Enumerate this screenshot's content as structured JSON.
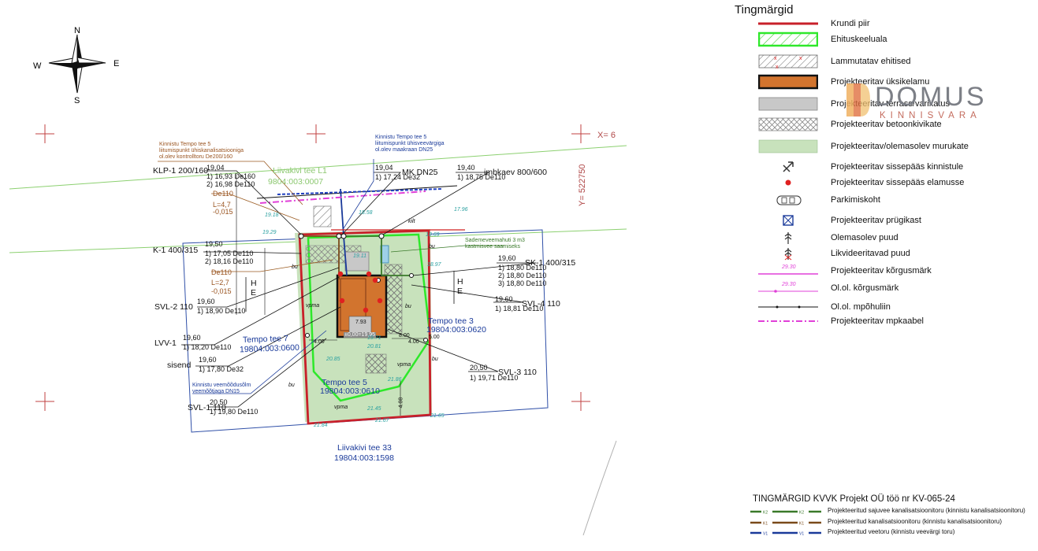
{
  "compass": {
    "n": "N",
    "s": "S",
    "e": "E",
    "w": "W"
  },
  "grid": {
    "x_label": "X=  6",
    "y_label": "Y=  522750"
  },
  "parcels": {
    "main_name": "Tempo tee 5",
    "main_id": "19804:003:0610",
    "west_name": "Tempo tee 7",
    "west_id": "19804:003:0600",
    "east_name": "Tempo tee 3",
    "east_id": "19804:003:0620",
    "north_name": "Liivakivi tee L1",
    "north_id": "9804:003:0007",
    "south_name": "Liivakivi tee 33",
    "south_id": "19804:003:1598"
  },
  "notes": {
    "sewer_note": [
      "Kinnistu Tempo tee 5",
      "liitumispunkt ühiskanalisatsiooniga",
      "ol.olev kontrolltoru De200/160"
    ],
    "water_note": [
      "Kinnistu Tempo tee 5",
      "liitumispunkt ühisveevärgiga",
      "ol.olev maakraan DN25"
    ],
    "meter_note": [
      "Kinnistu veemõõdusõlm",
      "veemõõtjaga DN15"
    ],
    "rain_note": [
      "Sademeveemahuti 3 m3",
      "kastmisvee saamiseks"
    ]
  },
  "labels": {
    "klp1": "KLP-1 200/160",
    "klp1_elev": "19,04",
    "klp1_l1": "1) 16,93 De160",
    "klp1_l2": "2) 16,98 De110",
    "mk": "MK DN25",
    "mk_elev": "19,04",
    "mk_l1": "1) 17,24 De32",
    "imb": "imbkaev 800/600",
    "imb_elev": "19,40",
    "imb_l1": "1) 18,75 De110",
    "de110_a": "De110",
    "de110_a_l": "L=4,7",
    "de110_a_s": "-0,015",
    "k1": "K-1 400/315",
    "k1_elev": "19,50",
    "k1_l1": "1) 17,05 De110",
    "k1_l2": "2) 18,16 De110",
    "de110_b": "De110",
    "de110_b_l": "L=2,7",
    "de110_b_s": "-0,015",
    "svl2": "SVL-2 110",
    "svl2_elev": "19,60",
    "svl2_l1": "1) 18,90 De110",
    "lvv1": "LVV-1",
    "lvv1_elev": "19,60",
    "lvv1_l1": "1) 18,20 De110",
    "sisend": "sisend",
    "sisend_elev": "19,60",
    "sisend_l1": "1) 17,80 De32",
    "svl1": "SVL-1 110",
    "svl1_elev": "20,50",
    "svl1_l1": "1) 19,80 De110",
    "sk1": "SK-1 400/315",
    "sk1_elev": "19,60",
    "sk1_l1": "1) 18,80 De110",
    "sk1_l2": "2) 18,80 De110",
    "sk1_l3": "3) 18,80 De110",
    "svl4": "SVL-4 110",
    "svl4_elev": "19,60",
    "svl4_l1": "1) 18,81 De110",
    "svl3": "SVL-3 110",
    "svl3_elev": "20,50",
    "svl3_l1": "1) 19,71 De110",
    "floor": "±0,00=19,95",
    "house_dim": "7.93",
    "h_mark": "H",
    "e_mark": "E",
    "dist_4": "4.00",
    "dist_8": "8.00",
    "dist_5": "5.00",
    "dist_408": "4.08",
    "kilt": "kilt",
    "vpma": "vpma",
    "bu": "bu"
  },
  "spot_heights": [
    "19.18",
    "18.58",
    "17.96",
    "19.29",
    "18.69",
    "19.11",
    "18.97",
    "19.71",
    "20.81",
    "20.85",
    "21.86",
    "21.45",
    "21.67",
    "21.65",
    "21.84"
  ],
  "legend": {
    "title": "Tingmärgid",
    "items": [
      {
        "label": "Krundi piir",
        "symbol": "red-line"
      },
      {
        "label": "Ehituskeeluala",
        "symbol": "green-hatch"
      },
      {
        "label": "Lammutatav ehitised",
        "symbol": "grey-hatch-x"
      },
      {
        "label": "Projekteeritav üksikelamu",
        "symbol": "orange-box"
      },
      {
        "label": "Projekteeritav terrass/varikatus",
        "symbol": "grey-box"
      },
      {
        "label": "Projekteeritav betoonkivikate",
        "symbol": "crosshatch-box"
      },
      {
        "label": "Projekteeritav/olemasolev murukate",
        "symbol": "green-box"
      },
      {
        "label": "Projekteeritav sissepääs kinnistule",
        "symbol": "entry-arrow-icon"
      },
      {
        "label": "Projekteeritav sissepääs elamusse",
        "symbol": "red-dot-icon"
      },
      {
        "label": "Parkimiskoht",
        "symbol": "car-icon"
      },
      {
        "label": "Projekteeritav prügikast",
        "symbol": "bin-icon"
      },
      {
        "label": "Olemasolev puud",
        "symbol": "tree-icon"
      },
      {
        "label": "Likvideeritavad puud",
        "symbol": "tree-red-icon"
      },
      {
        "label": "Projekteeritav kõrgusmärk",
        "symbol": "magenta-line",
        "value": "29.30"
      },
      {
        "label": "Ol.ol. kõrgusmärk",
        "symbol": "magenta-dot-line",
        "value": "29.30"
      },
      {
        "label": "Ol.ol. mpõhuliin",
        "symbol": "black-line"
      },
      {
        "label": "Projekteeritav mpkaabel",
        "symbol": "magenta-dash"
      }
    ]
  },
  "logo": {
    "name": "DOMUS",
    "sub": "KINNISVARA"
  },
  "bottom_legend": {
    "title": "TINGMÄRGID KVVK Projekt OÜ töö nr KV-065-24",
    "items": [
      {
        "label": "Projekteeritud sajuvee kanalisatsioonitoru (kinnistu kanalisatsioonitoru)",
        "code": "K2",
        "color": "#3a7a2a"
      },
      {
        "label": "Projekteeritud kanalisatsioonitoru (kinnistu kanalisatsioonitoru)",
        "code": "K1",
        "color": "#7a4a1a"
      },
      {
        "label": "Projekteeritud veetoru (kinnistu veevärgi toru)",
        "code": "V1",
        "color": "#1a3a9a"
      }
    ]
  },
  "colors": {
    "boundary": "#c8202a",
    "building": "#d2742e",
    "nobuild": "#2ee82a",
    "lawn": "#c8e2bc",
    "grey": "#c8c8c8"
  }
}
